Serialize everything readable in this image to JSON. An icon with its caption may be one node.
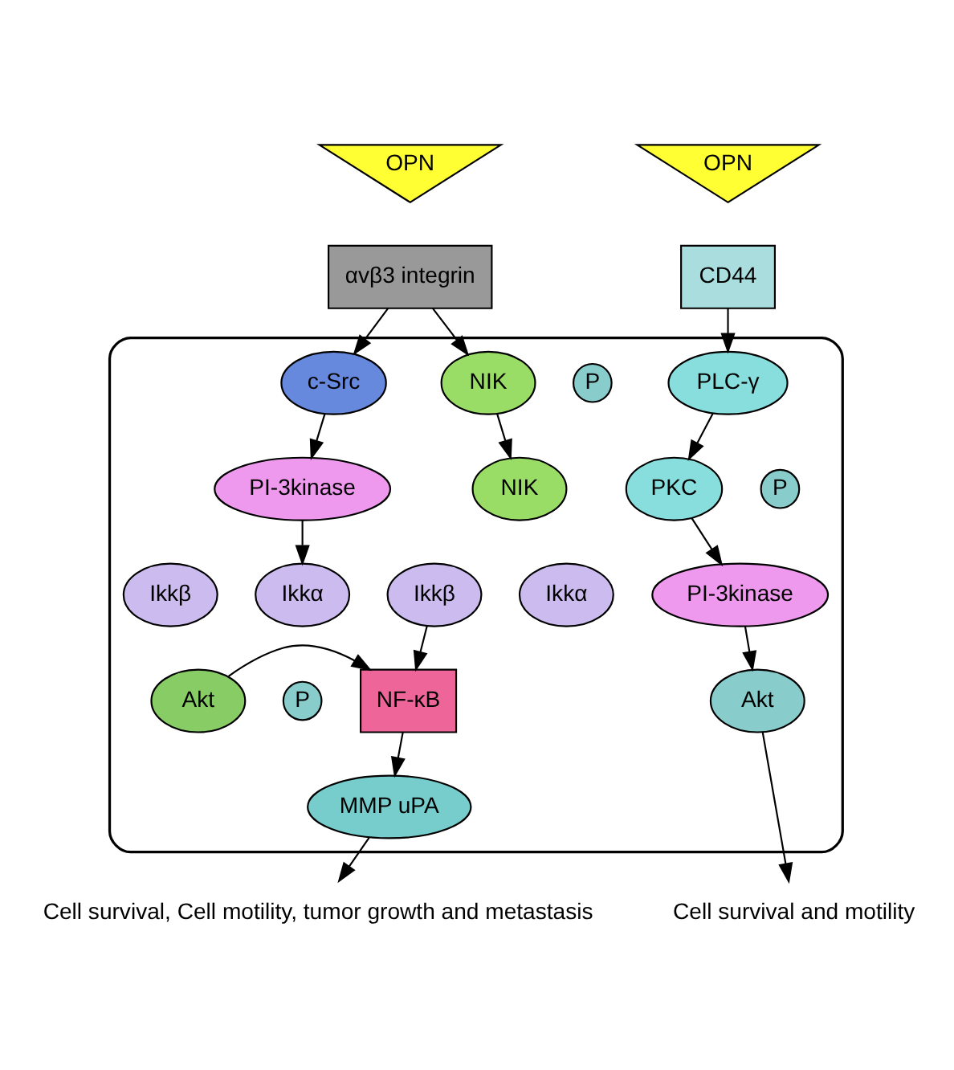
{
  "diagram": {
    "nodes": [
      {
        "text": [],
        "shape": "ellipse"
      },
      {
        "text": [
          "OPN"
        ]
      },
      {
        "text": [
          "αvβ3 integrin"
        ]
      },
      {
        "text": [
          "OPN"
        ]
      },
      {
        "text": [
          "CD44"
        ]
      },
      {
        "text": [
          "c-Src"
        ],
        "in": 0
      },
      {
        "text": [
          "PI-3kinase"
        ],
        "in": 0
      },
      {
        "text": [
          "Ikkα"
        ],
        "in": 0
      },
      {
        "text": [
          "Ikkβ"
        ],
        "in": 0
      },
      {
        "text": [
          "Akt"
        ],
        "in": 0
      },
      {
        "text": [
          "P"
        ],
        "in": 0
      },
      {
        "text": [
          "NIK"
        ],
        "in": 0
      },
      {
        "text": [
          "P"
        ],
        "in": 0
      },
      {
        "text": [
          "P"
        ],
        "in": 0
      },
      {
        "text": [
          "NIK"
        ],
        "in": 0
      },
      {
        "text": [
          "Ikkα"
        ],
        "in": 0
      },
      {
        "text": [
          "Ikkβ"
        ],
        "in": 0
      },
      {
        "text": [
          "NF-κB"
        ],
        "in": 0
      },
      {
        "text": [
          "MMP uPA"
        ],
        "in": 0
      },
      {
        "text": [
          "PLC-γ"
        ],
        "in": 0
      },
      {
        "text": [
          "PKC"
        ],
        "in": 0
      },
      {
        "text": [
          "PI-3kinase"
        ],
        "in": 0
      },
      {
        "text": [
          "Akt"
        ],
        "in": 0
      },
      {
        "text": [
          "Cell survival, Cell motility, tumor growth and metastasis"
        ]
      },
      {
        "text": [
          "Cell survival and motility"
        ]
      }
    ],
    "edges": [
      {
        "from": 2,
        "to": 5,
        "arrow": "to"
      },
      {
        "from": 2,
        "to": 11,
        "arrow": "to"
      },
      {
        "from": 4,
        "to": 19,
        "arrow": "to"
      },
      {
        "from": 5,
        "to": 6,
        "arrow": "to"
      },
      {
        "from": 6,
        "to": 7,
        "arrow": "to"
      },
      {
        "from": 9,
        "to": 17,
        "arrow": "to"
      },
      {
        "from": 11,
        "to": 14,
        "arrow": "to"
      },
      {
        "from": 16,
        "to": 17,
        "arrow": "to"
      },
      {
        "from": 17,
        "to": 18,
        "arrow": "to"
      },
      {
        "from": 18,
        "to": 23,
        "arrow": "to"
      },
      {
        "from": 19,
        "to": 20,
        "arrow": "to"
      },
      {
        "from": 20,
        "to": 21,
        "arrow": "to"
      },
      {
        "from": 21,
        "to": 22,
        "arrow": "to"
      },
      {
        "from": 22,
        "to": 24,
        "arrow": "to"
      }
    ]
  }
}
